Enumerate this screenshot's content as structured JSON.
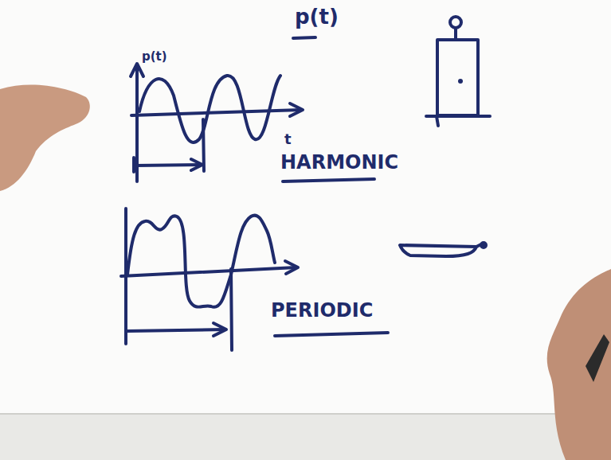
{
  "diagram": {
    "title": "p(t)",
    "labels": [
      "p(t)",
      "t",
      "HARMONIC",
      "PERIODIC"
    ]
  }
}
